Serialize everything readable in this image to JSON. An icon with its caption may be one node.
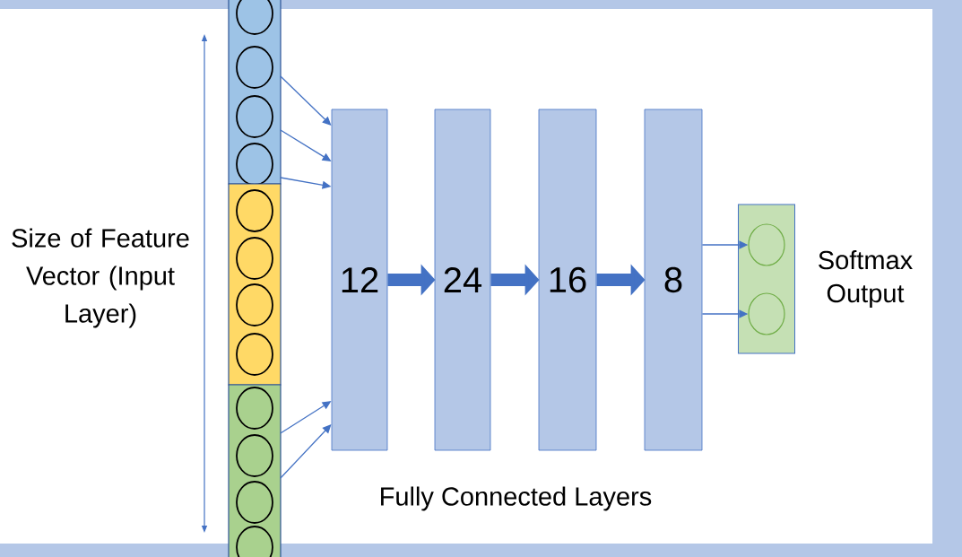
{
  "diagram": {
    "nodes": [
      {
        "text": [],
        "shape": "box"
      },
      {
        "text": [],
        "shape": "circle",
        "in": 0
      },
      {
        "text": [],
        "shape": "circle",
        "in": 0
      },
      {
        "text": [],
        "shape": "circle",
        "in": 0
      },
      {
        "text": [],
        "shape": "circle",
        "in": 0
      },
      {
        "text": [],
        "shape": "box"
      },
      {
        "text": [],
        "shape": "circle",
        "in": 5
      },
      {
        "text": [],
        "shape": "circle",
        "in": 5
      },
      {
        "text": [],
        "shape": "circle",
        "in": 5
      },
      {
        "text": [],
        "shape": "circle",
        "in": 5
      },
      {
        "text": [],
        "shape": "box"
      },
      {
        "text": [],
        "shape": "circle",
        "in": 10
      },
      {
        "text": [],
        "shape": "circle",
        "in": 10
      },
      {
        "text": [],
        "shape": "circle",
        "in": 10
      },
      {
        "text": [],
        "shape": "circle",
        "in": 10
      },
      {
        "text": [
          "12"
        ]
      },
      {
        "text": [
          "24"
        ]
      },
      {
        "text": [
          "16"
        ]
      },
      {
        "text": [
          "8"
        ]
      },
      {
        "text": [],
        "shape": "box",
        "beside": [
          "Softmax Output"
        ]
      },
      {
        "text": [],
        "shape": "circle",
        "in": 19
      },
      {
        "text": [],
        "shape": "circle",
        "in": 19
      }
    ],
    "edges": [
      {
        "from": 2,
        "to": 15,
        "arrow": "to"
      },
      {
        "from": 3,
        "to": 15,
        "arrow": "to"
      },
      {
        "from": 4,
        "to": 15,
        "arrow": "to"
      },
      {
        "from": 11,
        "to": 15,
        "arrow": "to"
      },
      {
        "from": 12,
        "to": 15,
        "arrow": "to"
      },
      {
        "from": 15,
        "to": 16,
        "arrow": "to",
        "style": "thick"
      },
      {
        "from": 16,
        "to": 17,
        "arrow": "to",
        "style": "thick"
      },
      {
        "from": 17,
        "to": 18,
        "arrow": "to",
        "style": "thick"
      },
      {
        "from": 18,
        "to": 20,
        "arrow": "to"
      },
      {
        "from": 18,
        "to": 21,
        "arrow": "to"
      }
    ],
    "labels": [
      "Size of Feature Vector (Input Layer)",
      "Fully Connected Layers"
    ]
  }
}
